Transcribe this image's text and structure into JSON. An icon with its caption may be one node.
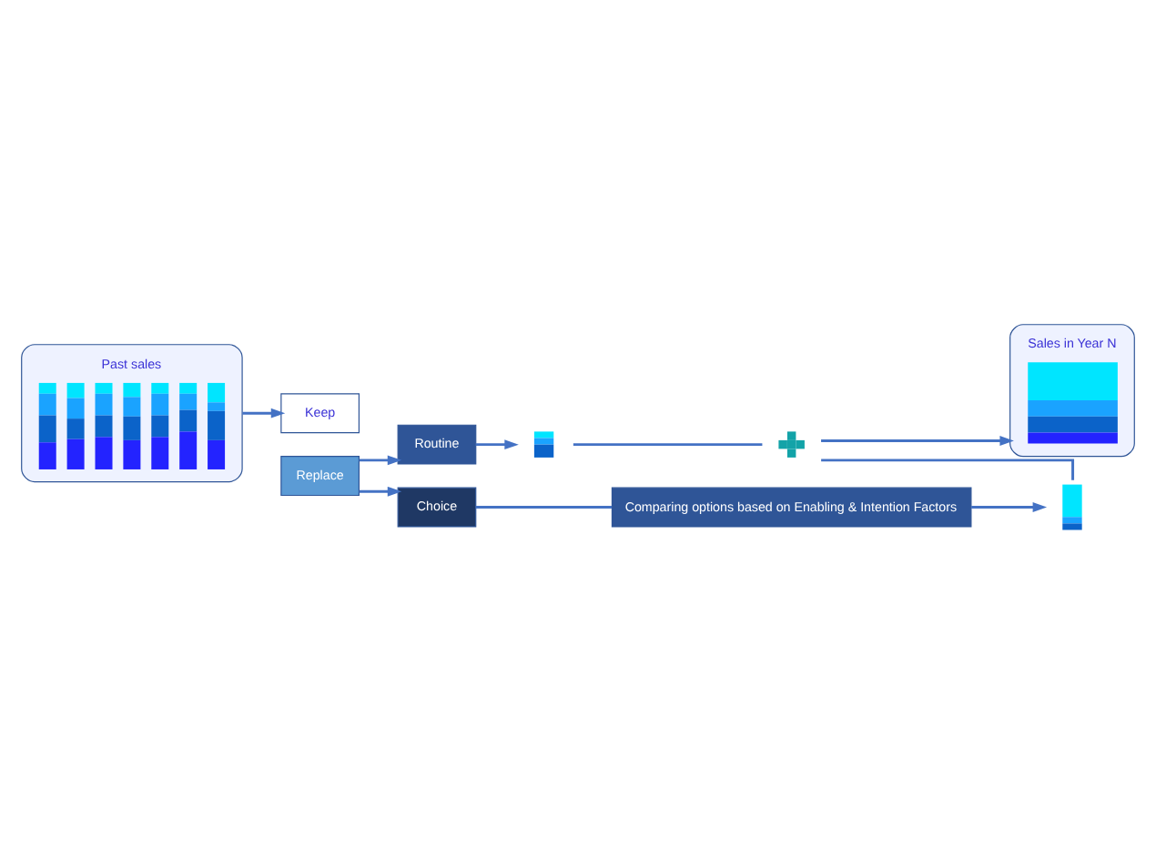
{
  "diagram": {
    "nodes": [
      {
        "text": [
          "Past sales"
        ]
      },
      {
        "text": [
          "Sales in Year N"
        ]
      },
      {
        "text": [
          "Keep"
        ]
      },
      {
        "text": [
          "Replace"
        ]
      },
      {
        "text": [
          "Routine"
        ]
      },
      {
        "text": [
          "Choice"
        ]
      },
      {
        "text": [],
        "shape": "bar"
      },
      {
        "text": [],
        "shape": "cross"
      },
      {
        "text": [],
        "shape": "bar"
      },
      {
        "text": [
          "Comparing options based on Enabling & Intention Factors"
        ]
      }
    ],
    "edges": [
      {
        "from": 0,
        "to": 2,
        "arrow": "to"
      },
      {
        "from": 3,
        "to": 4,
        "arrow": "to"
      },
      {
        "from": 3,
        "to": 5,
        "arrow": "to"
      },
      {
        "from": 4,
        "to": 6,
        "arrow": "to"
      },
      {
        "from": 6,
        "to": 7,
        "arrow": "none"
      },
      {
        "from": 7,
        "to": 1,
        "arrow": "to"
      },
      {
        "from": 7,
        "to": 8,
        "arrow": "none"
      },
      {
        "from": 5,
        "to": 9,
        "arrow": "none"
      },
      {
        "from": 9,
        "to": 8,
        "arrow": "to"
      }
    ]
  }
}
